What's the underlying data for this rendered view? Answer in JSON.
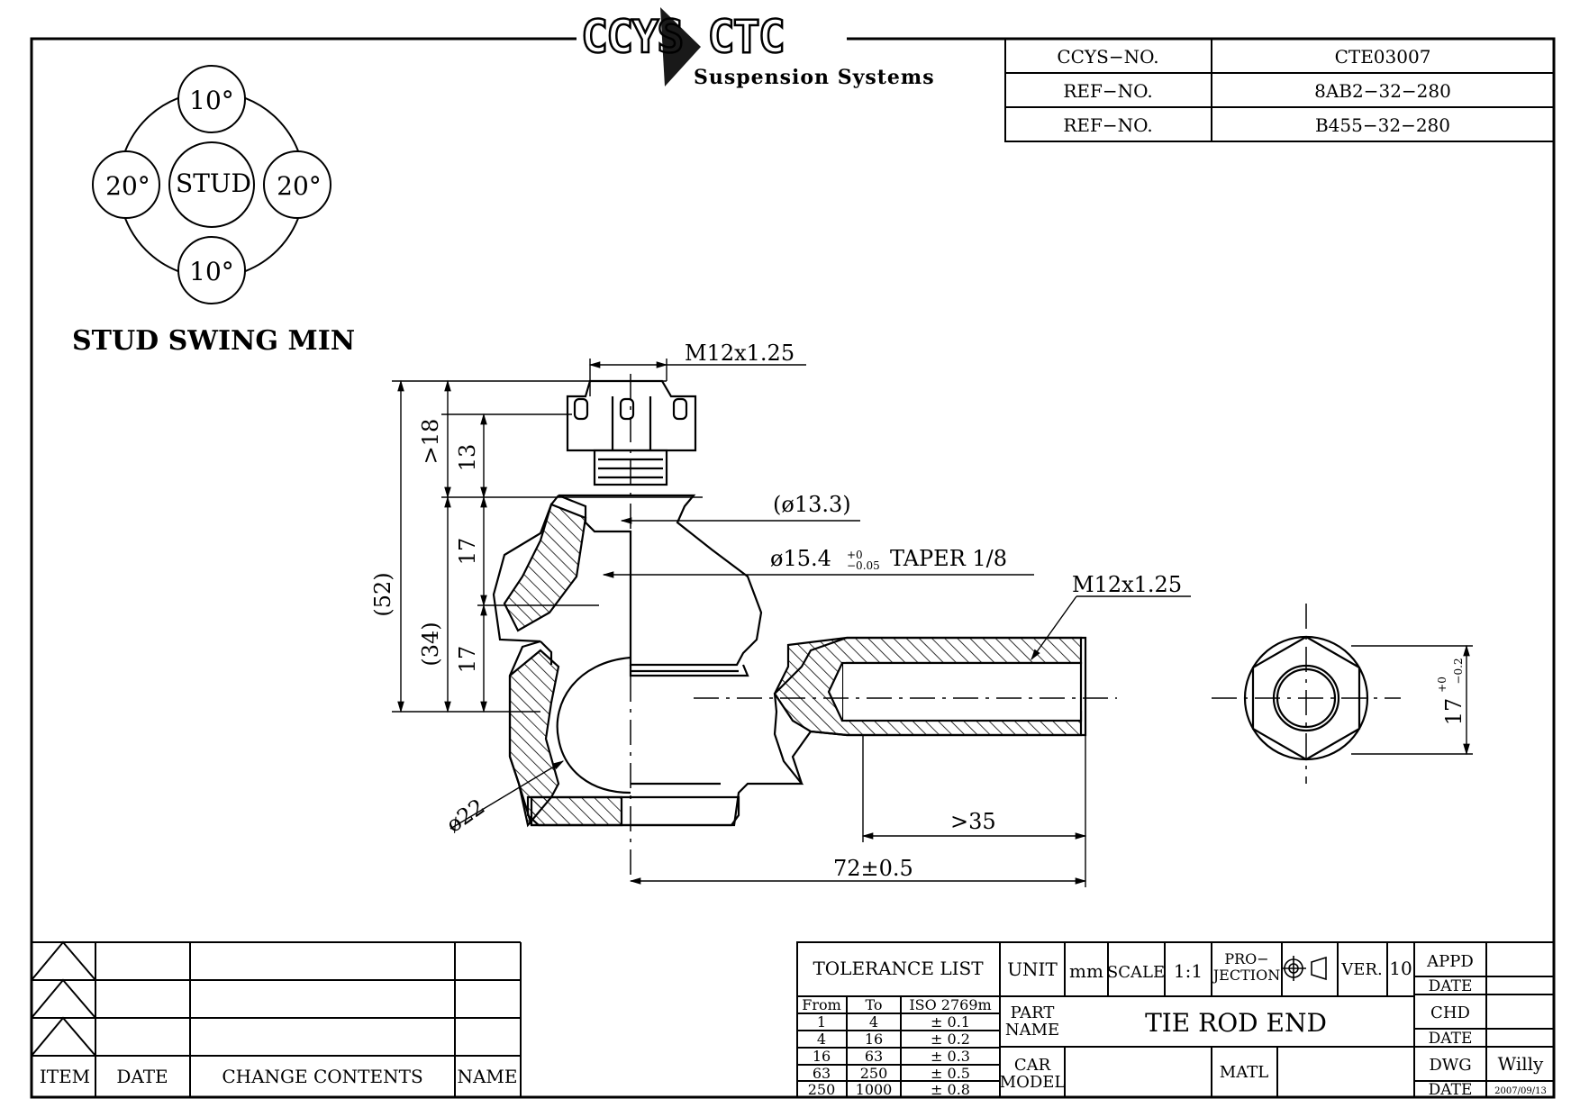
{
  "logo": {
    "brand": "CCYS CTC",
    "tagline": "Suspension Systems"
  },
  "ref_table": [
    {
      "label": "CCYS−NO.",
      "value": "CTE03007"
    },
    {
      "label": "REF−NO.",
      "value": "8AB2−32−280"
    },
    {
      "label": "REF−NO.",
      "value": "B455−32−280"
    }
  ],
  "stud_swing": {
    "top": "10°",
    "left": "20°",
    "center": "STUD",
    "right": "20°",
    "bottom": "10°",
    "caption": "STUD  SWING  MIN"
  },
  "dimensions": {
    "thread_top": "M12x1.25",
    "thread_side": "M12x1.25",
    "gt18": ">18",
    "d13": "13",
    "d52": "(52)",
    "d34": "(34)",
    "d17a": "17",
    "d17b": "17",
    "dia133": "(ø13.3)",
    "dia154": "ø15.4",
    "dia154_tol_plus": "+0",
    "dia154_tol_minus": "−0.05",
    "taper": "TAPER  1/8",
    "dia22": "ø22",
    "gt35": ">35",
    "len72": "72±0.5",
    "hex17": "17",
    "hex17_tol_plus": "+0",
    "hex17_tol_minus": "−0.2"
  },
  "revision_table": {
    "headers": {
      "item": "ITEM",
      "date": "DATE",
      "change": "CHANGE  CONTENTS",
      "name": "NAME"
    }
  },
  "title_block": {
    "tolerance_title": "TOLERANCE  LIST",
    "tolerance_headers": [
      "From",
      "To",
      "ISO  2769m"
    ],
    "tolerance_rows": [
      [
        "1",
        "4",
        "±  0.1"
      ],
      [
        "4",
        "16",
        "±  0.2"
      ],
      [
        "16",
        "63",
        "±  0.3"
      ],
      [
        "63",
        "250",
        "±  0.5"
      ],
      [
        "250",
        "1000",
        "±  0.8"
      ]
    ],
    "unit_label": "UNIT",
    "unit_value": "mm",
    "scale_label": "SCALE",
    "scale_value": "1:1",
    "projection_label_1": "PRO−",
    "projection_label_2": "JECTION",
    "ver_label": "VER.",
    "ver_value": "10",
    "appd_label": "APPD",
    "date_label": "DATE",
    "chd_label": "CHD",
    "dwg_label": "DWG",
    "dwg_value": "Willy",
    "dwg_date": "2007/09/13",
    "part_name_label_1": "PART",
    "part_name_label_2": "NAME",
    "part_name": "TIE  ROD  END",
    "car_model_label_1": "CAR",
    "car_model_label_2": "MODEL",
    "matl_label": "MATL"
  }
}
